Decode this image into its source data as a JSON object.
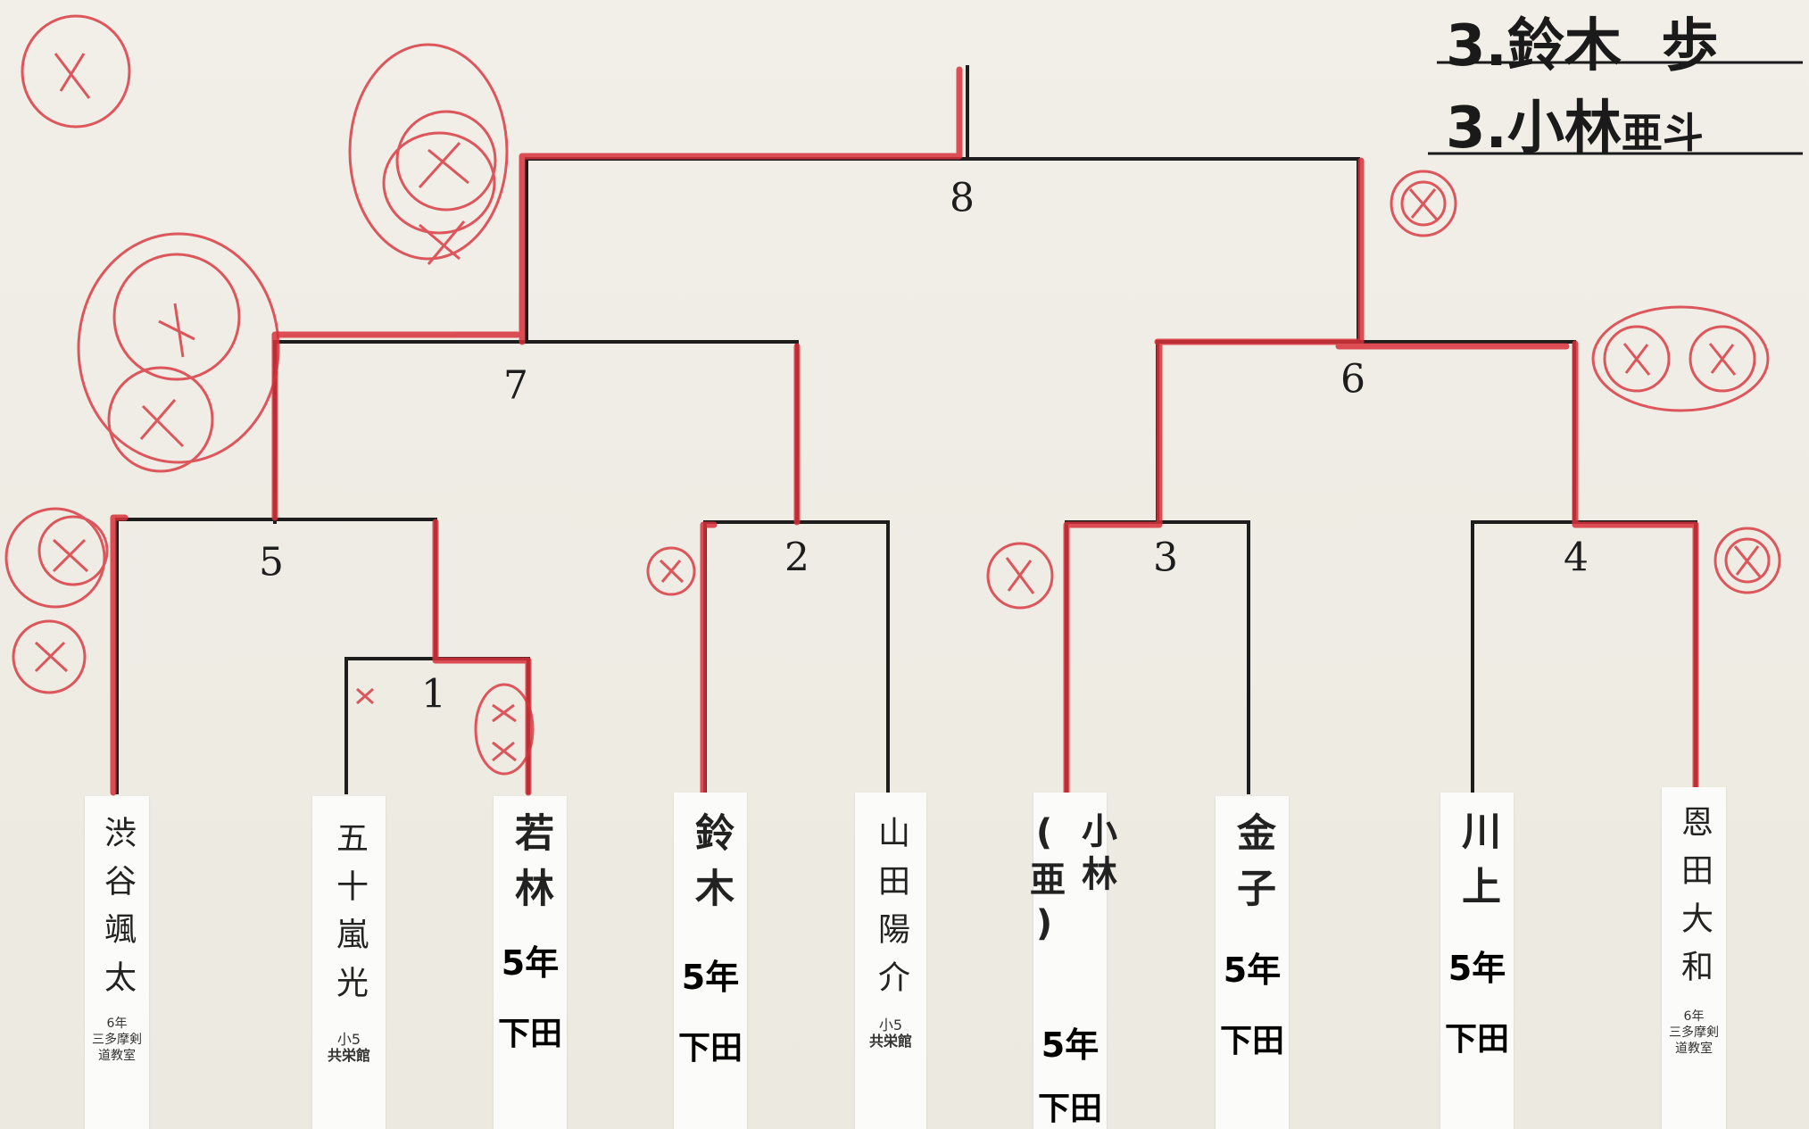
{
  "results": {
    "third_1": {
      "rank": "3.",
      "name": "鈴木",
      "given": "歩"
    },
    "third_2": {
      "rank": "3.",
      "name": "小林",
      "given": "亜斗"
    }
  },
  "matches": [
    "1",
    "2",
    "3",
    "4",
    "5",
    "6",
    "7",
    "8"
  ],
  "competitors": [
    {
      "name": "渋谷颯太",
      "grade": "6年",
      "dojo": "三多摩剣道教室"
    },
    {
      "name": "五十嵐光",
      "grade": "小5",
      "dojo": "共栄館"
    },
    {
      "name": "若林",
      "grade": "5年",
      "dojo": "下田"
    },
    {
      "name": "鈴木",
      "grade": "5年",
      "dojo": "下田"
    },
    {
      "name": "山田陽介",
      "grade": "小5",
      "dojo": "共栄館"
    },
    {
      "name": "小林(亜)",
      "grade": "5年",
      "dojo": "下田"
    },
    {
      "name": "金子",
      "grade": "5年",
      "dojo": "下田"
    },
    {
      "name": "川上",
      "grade": "5年",
      "dojo": "下田"
    },
    {
      "name": "恩田大和",
      "grade": "6年",
      "dojo": "三多摩剣道教室"
    }
  ],
  "colors": {
    "ink": "#1d1d1d",
    "red": "#d8313a",
    "paper": "#efece3"
  }
}
